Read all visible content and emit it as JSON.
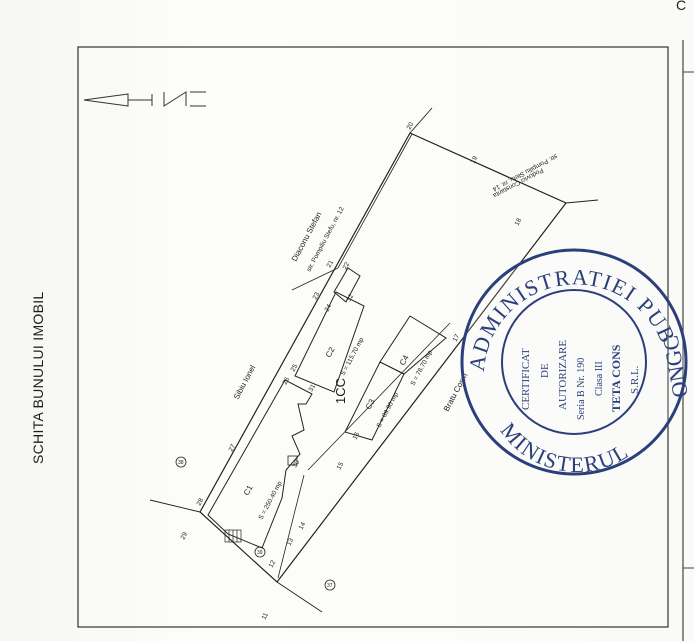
{
  "document": {
    "title": "SCHITA BUNULUI IMOBIL",
    "corner_letter": "C"
  },
  "plan": {
    "lot_id": "1CC",
    "street_main": "Sibiu Ionel",
    "street_bottom": "Bratu Cosm",
    "neighbor_top_name": "Diaconu Stefan",
    "neighbor_top_address": "str. Pompiliu Stefu, nr. 12",
    "neighbor_right_name": "Podovici Constanta",
    "neighbor_right_address": "str. Pompiliu Stefu, nr. 14",
    "buildings": [
      {
        "name": "C1",
        "area": "S = 250.40 mp"
      },
      {
        "name": "C2",
        "area": "S = 115.70 mp"
      },
      {
        "name": "C3",
        "area": "S = 89.90 mp"
      },
      {
        "name": "C4",
        "area": "S = 78.70 mp"
      }
    ],
    "points": [
      "11",
      "12",
      "13",
      "14",
      "15",
      "16",
      "17",
      "18",
      "19",
      "20",
      "21",
      "22",
      "23",
      "24",
      "25",
      "26",
      "27",
      "28",
      "29",
      "30",
      "31",
      "32"
    ],
    "circled_points": [
      "38",
      "39",
      "37"
    ]
  },
  "stamp": {
    "outer_top": "ADMINISTRATIEI PUBLICE",
    "outer_bottom": "MINISTERUL",
    "side_mark": "ONGC",
    "line1": "CERTIFICAT",
    "line2": "DE",
    "line3": "AUTORIZARE",
    "line4": "Seria B Nr. 190",
    "line5": "Clasa III",
    "line6": "TETA CONS",
    "line7": "S.R.L.",
    "color": "#2b3f7a"
  }
}
